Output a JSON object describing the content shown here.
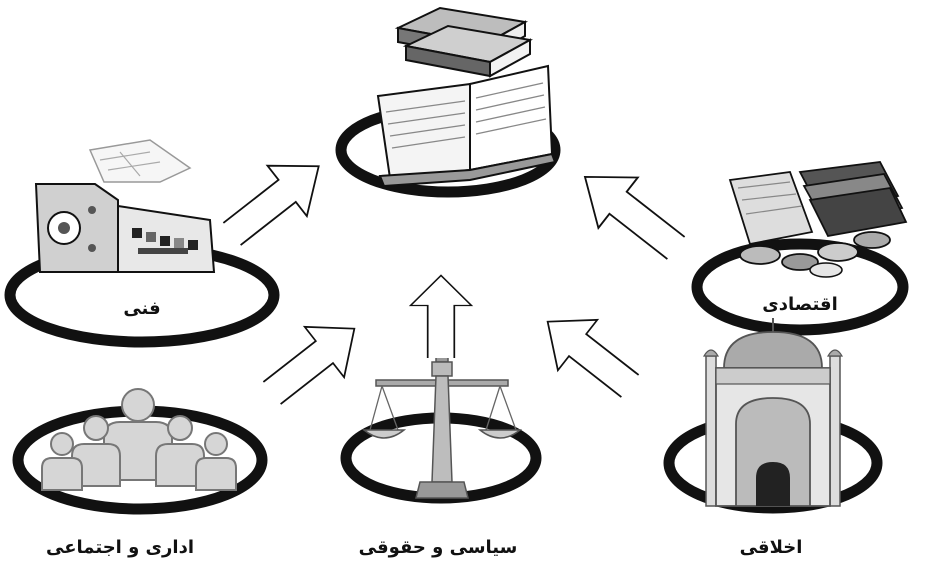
{
  "diagram": {
    "center": {
      "name": "books"
    },
    "nodes": [
      {
        "id": "technical",
        "label": "فنی"
      },
      {
        "id": "economic",
        "label": "اقتصادی"
      },
      {
        "id": "administrative",
        "label": "اداری و اجتماعی"
      },
      {
        "id": "political",
        "label": "سیاسی و حقوقی"
      },
      {
        "id": "ethical",
        "label": "اخلاقی"
      }
    ],
    "colors": {
      "ring": "#111111",
      "stroke": "#111111",
      "fill_light": "#d9d9d9",
      "fill_mid": "#9a9a9a",
      "fill_dark": "#555555"
    }
  }
}
